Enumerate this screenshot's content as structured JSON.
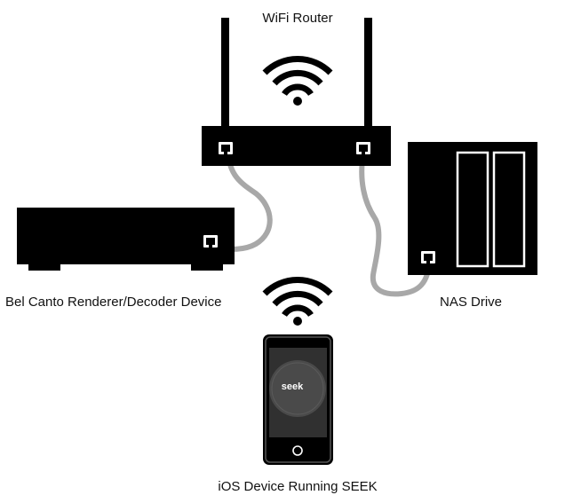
{
  "labels": {
    "router": "WiFi Router",
    "renderer": "Bel Canto Renderer/Decoder Device",
    "nas": "NAS Drive",
    "ios": "iOS Device Running SEEK"
  },
  "phone": {
    "app_logo_text": "seek"
  },
  "icons": {
    "router_wifi": "wifi-icon",
    "phone_wifi": "wifi-icon",
    "ports": "ethernet-port-icon"
  },
  "colors": {
    "device": "#000000",
    "cable": "#a8a8a8",
    "phone_screen": "#303030",
    "phone_dial": "#4a4a4a",
    "phone_bezel": "#555555"
  }
}
